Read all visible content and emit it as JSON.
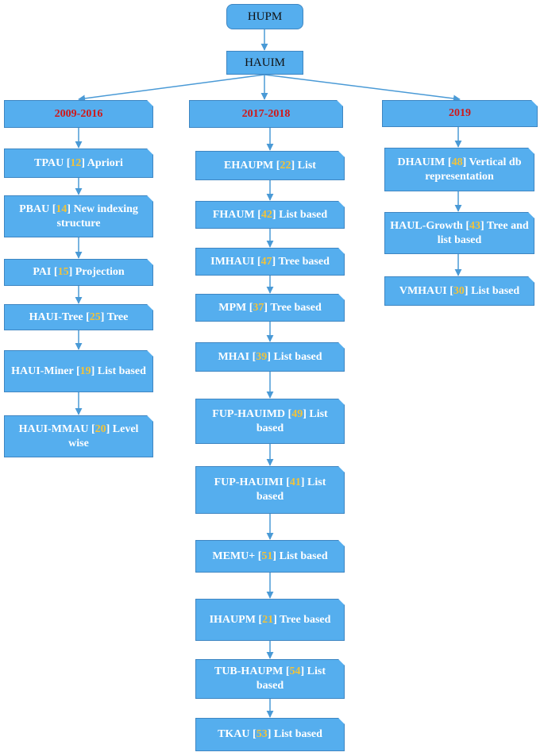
{
  "root": "HUPM",
  "level1": "HAUIM",
  "periods": [
    "2009-2016",
    "2017-2018",
    "2019"
  ],
  "col1": [
    {
      "name": "TPAU",
      "ref": "12",
      "desc": "Apriori"
    },
    {
      "name": "PBAU",
      "ref": "14",
      "desc": "New indexing structure"
    },
    {
      "name": "PAI",
      "ref": "15",
      "desc": "Projection"
    },
    {
      "name": "HAUI-Tree",
      "ref": "25",
      "desc": "Tree"
    },
    {
      "name": "HAUI-Miner",
      "ref": "19",
      "desc": "List based"
    },
    {
      "name": "HAUI-MMAU",
      "ref": "20",
      "desc": "Level wise"
    }
  ],
  "col2": [
    {
      "name": "EHAUPM",
      "ref": "22",
      "desc": "List"
    },
    {
      "name": "FHAUM",
      "ref": "42",
      "desc": "List based"
    },
    {
      "name": "IMHAUI",
      "ref": "47",
      "desc": "Tree based"
    },
    {
      "name": "MPM",
      "ref": "37",
      "desc": "Tree based"
    },
    {
      "name": "MHAI",
      "ref": "39",
      "desc": "List based"
    },
    {
      "name": "FUP-HAUIMD",
      "ref": "49",
      "desc": "List based"
    },
    {
      "name": "FUP-HAUIMI",
      "ref": "41",
      "desc": "List based"
    },
    {
      "name": "MEMU+",
      "ref": "51",
      "desc": "List based"
    },
    {
      "name": "IHAUPM",
      "ref": "21",
      "desc": "Tree based"
    },
    {
      "name": "TUB-HAUPM",
      "ref": "54",
      "desc": "List based"
    },
    {
      "name": "TKAU",
      "ref": "53",
      "desc": "List based"
    }
  ],
  "col3": [
    {
      "name": "DHAUIM",
      "ref": "48",
      "desc": "Vertical db representation"
    },
    {
      "name": "HAUL-Growth",
      "ref": "43",
      "desc": "Tree and list based"
    },
    {
      "name": "VMHAUI",
      "ref": "30",
      "desc": "List based"
    }
  ],
  "colors": {
    "box": "#55aeee",
    "border": "#3f86c2",
    "period_text": "#d01818",
    "ref_text": "#f2c33a"
  }
}
